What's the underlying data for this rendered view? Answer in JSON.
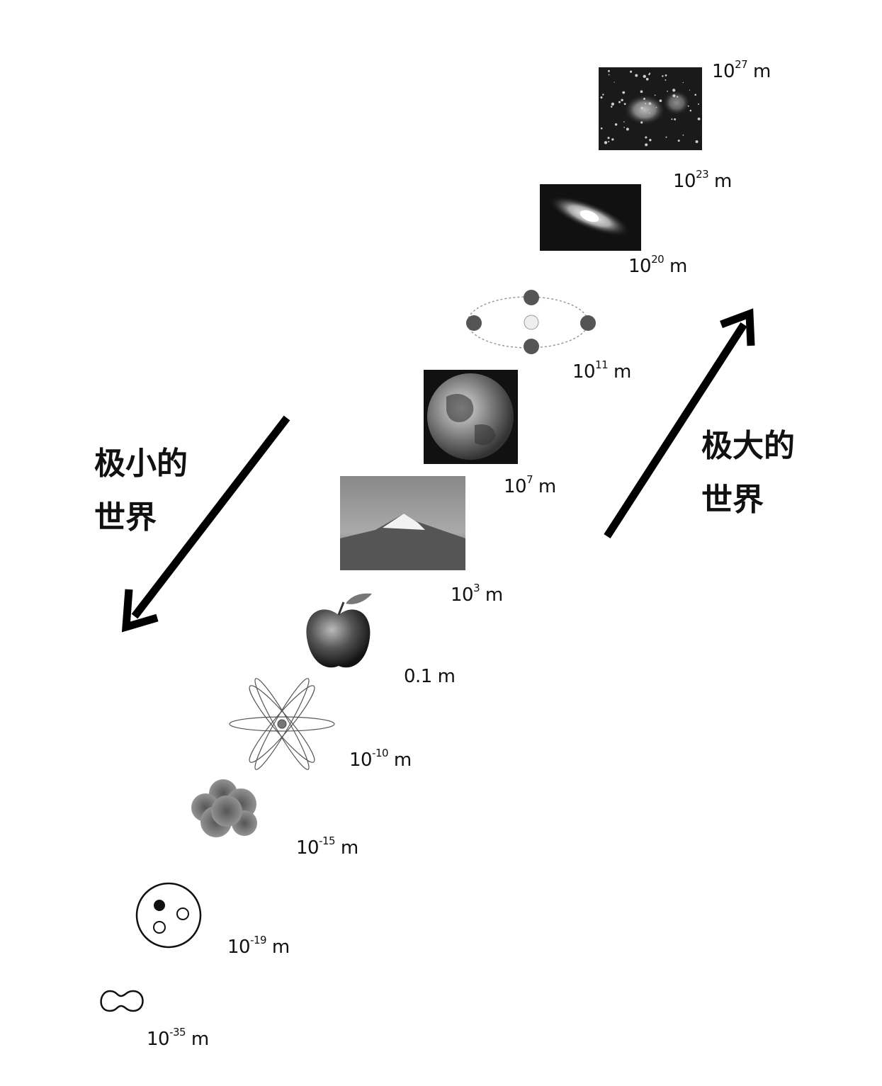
{
  "scales": [
    {
      "id": "universe",
      "base": "10",
      "exp": "27",
      "unit": "m"
    },
    {
      "id": "galaxy-cluster",
      "base": "10",
      "exp": "23",
      "unit": "m"
    },
    {
      "id": "galaxy",
      "base": "10",
      "exp": "20",
      "unit": "m"
    },
    {
      "id": "solar-system",
      "base": "10",
      "exp": "11",
      "unit": "m"
    },
    {
      "id": "earth",
      "base": "10",
      "exp": "7",
      "unit": "m"
    },
    {
      "id": "mountain",
      "base": "10",
      "exp": "3",
      "unit": "m"
    },
    {
      "id": "apple",
      "base": "0.1",
      "exp": "",
      "unit": "m"
    },
    {
      "id": "atom",
      "base": "10",
      "exp": "-10",
      "unit": "m"
    },
    {
      "id": "nucleus",
      "base": "10",
      "exp": "-15",
      "unit": "m"
    },
    {
      "id": "proton",
      "base": "10",
      "exp": "-19",
      "unit": "m"
    },
    {
      "id": "string",
      "base": "10",
      "exp": "-35",
      "unit": "m"
    }
  ],
  "captions": {
    "small_line1": "极小的",
    "small_line2": "世界",
    "large_line1": "极大的",
    "large_line2": "世界"
  },
  "colors": {
    "ink": "#111111",
    "background": "#ffffff"
  }
}
